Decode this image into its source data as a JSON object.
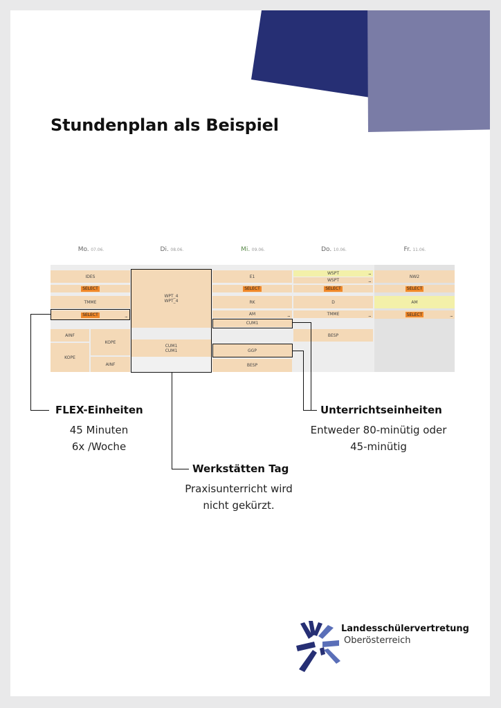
{
  "title": "Stundenplan als Beispiel",
  "colors": {
    "navy": "#262f74",
    "lavender": "#7a7ca6",
    "cell": "#f4d9b7",
    "select": "#f0882a",
    "yellow": "#f3f0a9"
  },
  "days": [
    {
      "name": "Mo.",
      "date": "07.06."
    },
    {
      "name": "Di.",
      "date": "08.06."
    },
    {
      "name": "Mi.",
      "date": "09.06."
    },
    {
      "name": "Do.",
      "date": "10.06."
    },
    {
      "name": "Fr.",
      "date": "11.06."
    }
  ],
  "schedule": {
    "mo": {
      "c1": "IDES",
      "c2": "SELECT",
      "c3": "TMME",
      "c4": "SELECT",
      "c5": "AINF",
      "c6": "KOPE",
      "c7": "KOPE",
      "c8": "AINF"
    },
    "di": {
      "c1a": "WPT_4",
      "c1b": "WPT_4",
      "c2a": "CUM1",
      "c2b": "CUM1"
    },
    "mi": {
      "c1": "E1",
      "c2": "SELECT",
      "c3": "RK",
      "c4": "AM",
      "c5": "CUM1",
      "c6": "GGP",
      "c7": "BESP"
    },
    "do": {
      "c1": "WSPT",
      "c2": "WSPT",
      "c3": "SELECT",
      "c4": "D",
      "c5": "TMME",
      "c6": "BESP"
    },
    "fr": {
      "c1": "NW2",
      "c2": "SELECT",
      "c3": "AM",
      "c4": "SELECT"
    },
    "more": "..."
  },
  "callouts": {
    "flex": {
      "label": "FLEX-Einheiten",
      "line1": "45 Minuten",
      "line2": "6x /Woche"
    },
    "werkstatt": {
      "label": "Werkstätten Tag",
      "line1": "Praxisunterricht wird",
      "line2": "nicht gekürzt."
    },
    "unterricht": {
      "label": "Unterrichtseinheiten",
      "line1": "Entweder 80-minütig oder",
      "line2": "45-minütig"
    }
  },
  "logo": {
    "name": "Landesschülervertretung",
    "region": "Oberösterreich",
    "icon": "arrows-star-icon"
  }
}
